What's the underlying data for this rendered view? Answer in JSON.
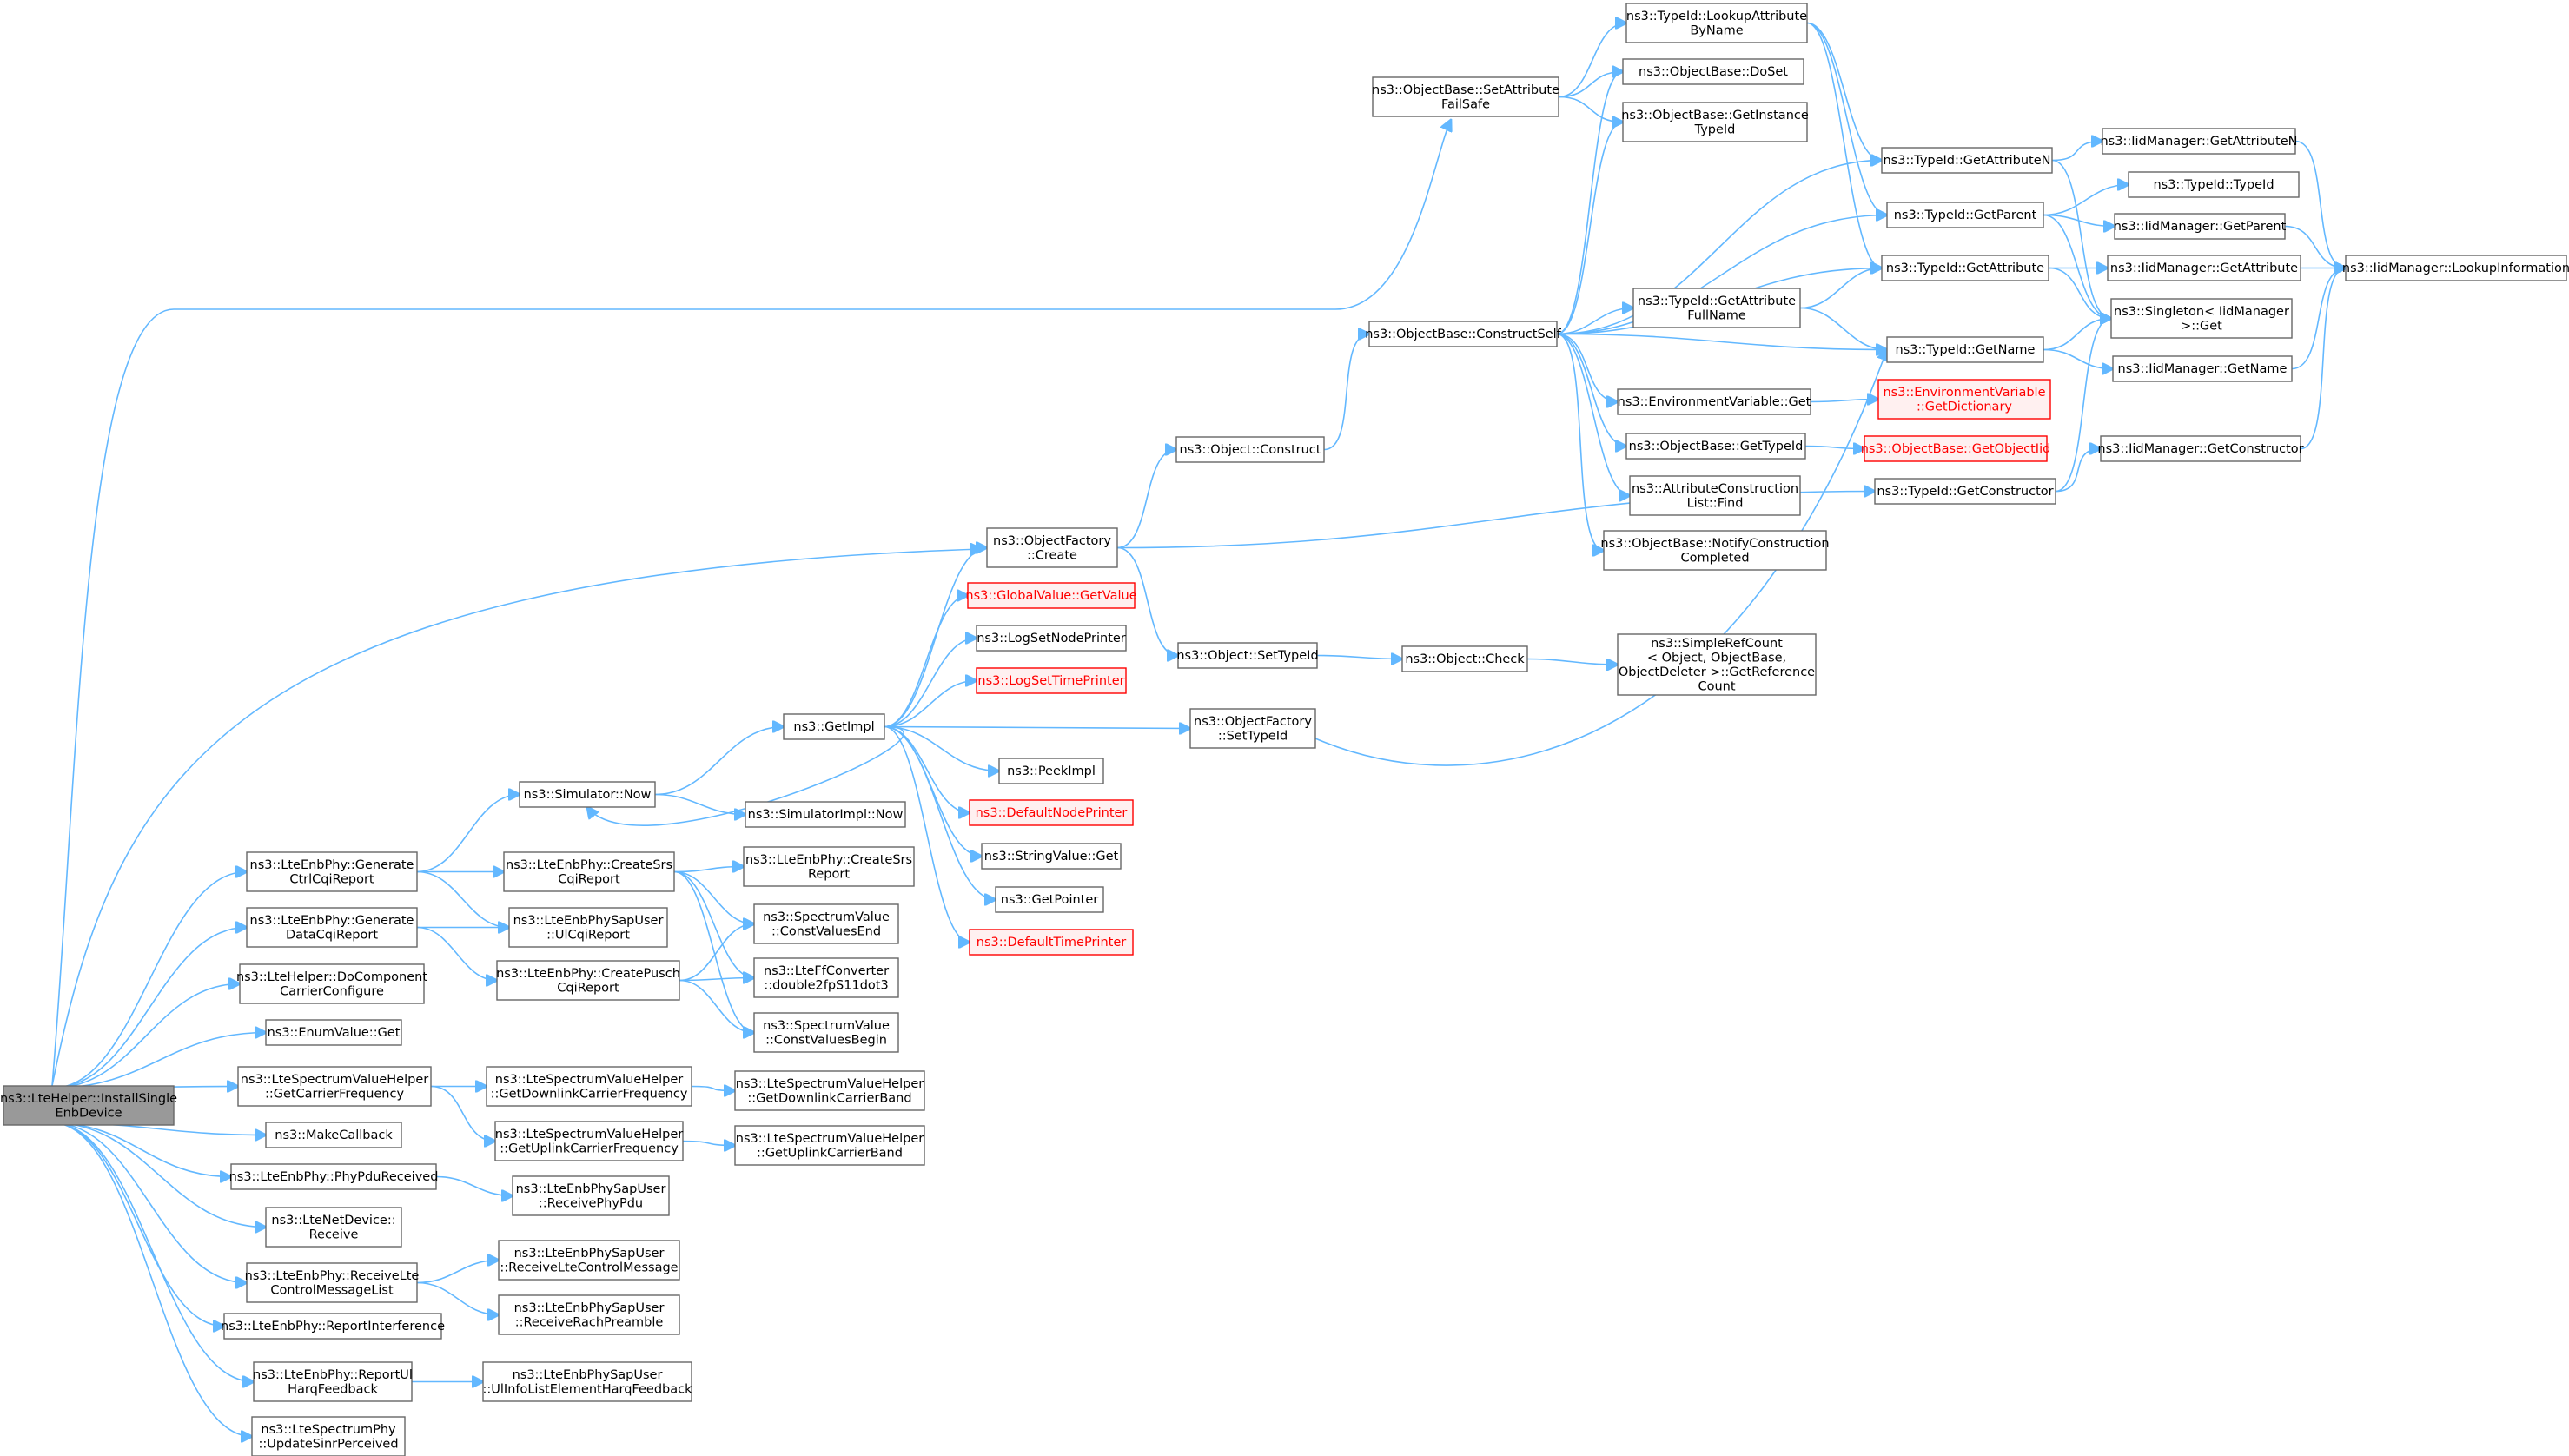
{
  "colors": {
    "edge": "#63b8ff",
    "root_fill": "#999999",
    "node_border": "#666666",
    "missing_border": "#ff0000"
  },
  "nodes": [
    {
      "id": "root",
      "lines": [
        "ns3::LteHelper::InstallSingle",
        "EnbDevice"
      ],
      "style": "root"
    },
    {
      "id": "setattr",
      "lines": [
        "ns3::ObjectBase::SetAttribute",
        "FailSafe"
      ]
    },
    {
      "id": "lookup",
      "lines": [
        "ns3::TypeId::LookupAttribute",
        "ByName"
      ]
    },
    {
      "id": "doset",
      "lines": [
        "ns3::ObjectBase::DoSet"
      ]
    },
    {
      "id": "getinst",
      "lines": [
        "ns3::ObjectBase::GetInstance",
        "TypeId"
      ]
    },
    {
      "id": "getattrN",
      "lines": [
        "ns3::TypeId::GetAttributeN"
      ]
    },
    {
      "id": "iidGetAttrN",
      "lines": [
        "ns3::IidManager::GetAttributeN"
      ]
    },
    {
      "id": "typeid",
      "lines": [
        "ns3::TypeId::TypeId"
      ]
    },
    {
      "id": "getparent",
      "lines": [
        "ns3::TypeId::GetParent"
      ]
    },
    {
      "id": "iidGetParent",
      "lines": [
        "ns3::IidManager::GetParent"
      ]
    },
    {
      "id": "getattr",
      "lines": [
        "ns3::TypeId::GetAttribute"
      ]
    },
    {
      "id": "iidGetAttr",
      "lines": [
        "ns3::IidManager::GetAttribute"
      ]
    },
    {
      "id": "lookupinfo",
      "lines": [
        "ns3::IidManager::LookupInformation"
      ]
    },
    {
      "id": "singleton",
      "lines": [
        "ns3::Singleton< IidManager",
        " >::Get"
      ]
    },
    {
      "id": "construct",
      "lines": [
        "ns3::ObjectBase::ConstructSelf"
      ]
    },
    {
      "id": "getattrfull",
      "lines": [
        "ns3::TypeId::GetAttribute",
        "FullName"
      ]
    },
    {
      "id": "getname",
      "lines": [
        "ns3::TypeId::GetName"
      ]
    },
    {
      "id": "iidGetName",
      "lines": [
        "ns3::IidManager::GetName"
      ]
    },
    {
      "id": "envget",
      "lines": [
        "ns3::EnvironmentVariable::Get"
      ]
    },
    {
      "id": "envdict",
      "lines": [
        "ns3::EnvironmentVariable",
        "::GetDictionary"
      ],
      "style": "red"
    },
    {
      "id": "objgettypeid",
      "lines": [
        "ns3::ObjectBase::GetTypeId"
      ]
    },
    {
      "id": "objgetid",
      "lines": [
        "ns3::ObjectBase::GetObjectIid"
      ],
      "style": "red"
    },
    {
      "id": "attrfind",
      "lines": [
        "ns3::AttributeConstruction",
        "List::Find"
      ]
    },
    {
      "id": "notify",
      "lines": [
        "ns3::ObjectBase::NotifyConstruction",
        "Completed"
      ]
    },
    {
      "id": "getctor",
      "lines": [
        "ns3::TypeId::GetConstructor"
      ]
    },
    {
      "id": "iidGetCtor",
      "lines": [
        "ns3::IidManager::GetConstructor"
      ]
    },
    {
      "id": "objconstruct",
      "lines": [
        "ns3::Object::Construct"
      ]
    },
    {
      "id": "factorycreate",
      "lines": [
        "ns3::ObjectFactory",
        "::Create"
      ]
    },
    {
      "id": "globalvalue",
      "lines": [
        "ns3::GlobalValue::GetValue"
      ],
      "style": "red"
    },
    {
      "id": "lognode",
      "lines": [
        "ns3::LogSetNodePrinter"
      ]
    },
    {
      "id": "logtime",
      "lines": [
        "ns3::LogSetTimePrinter"
      ],
      "style": "red"
    },
    {
      "id": "settypeid",
      "lines": [
        "ns3::Object::SetTypeId"
      ]
    },
    {
      "id": "objcheck",
      "lines": [
        "ns3::Object::Check"
      ]
    },
    {
      "id": "refcount",
      "lines": [
        "ns3::SimpleRefCount",
        "< Object, ObjectBase,",
        "ObjectDeleter >::GetReference",
        "Count"
      ]
    },
    {
      "id": "getimpl",
      "lines": [
        "ns3::GetImpl"
      ]
    },
    {
      "id": "factsettype",
      "lines": [
        "ns3::ObjectFactory",
        "::SetTypeId"
      ]
    },
    {
      "id": "simnow",
      "lines": [
        "ns3::Simulator::Now"
      ]
    },
    {
      "id": "simimplnow",
      "lines": [
        "ns3::SimulatorImpl::Now"
      ]
    },
    {
      "id": "peekimpl",
      "lines": [
        "ns3::PeekImpl"
      ]
    },
    {
      "id": "defnode",
      "lines": [
        "ns3::DefaultNodePrinter"
      ],
      "style": "red"
    },
    {
      "id": "strget",
      "lines": [
        "ns3::StringValue::Get"
      ]
    },
    {
      "id": "getpointer",
      "lines": [
        "ns3::GetPointer"
      ]
    },
    {
      "id": "deftime",
      "lines": [
        "ns3::DefaultTimePrinter"
      ],
      "style": "red"
    },
    {
      "id": "genctrl",
      "lines": [
        "ns3::LteEnbPhy::Generate",
        "CtrlCqiReport"
      ]
    },
    {
      "id": "createsrs",
      "lines": [
        "ns3::LteEnbPhy::CreateSrs",
        "CqiReport"
      ]
    },
    {
      "id": "createsrsrep",
      "lines": [
        "ns3::LteEnbPhy::CreateSrs",
        "Report"
      ]
    },
    {
      "id": "gendata",
      "lines": [
        "ns3::LteEnbPhy::Generate",
        "DataCqiReport"
      ]
    },
    {
      "id": "ulcqi",
      "lines": [
        "ns3::LteEnbPhySapUser",
        "::UlCqiReport"
      ]
    },
    {
      "id": "constend",
      "lines": [
        "ns3::SpectrumValue",
        "::ConstValuesEnd"
      ]
    },
    {
      "id": "docomp",
      "lines": [
        "ns3::LteHelper::DoComponent",
        "CarrierConfigure"
      ]
    },
    {
      "id": "createpusch",
      "lines": [
        "ns3::LteEnbPhy::CreatePusch",
        "CqiReport"
      ]
    },
    {
      "id": "fftconv",
      "lines": [
        "ns3::LteFfConverter",
        "::double2fpS11dot3"
      ]
    },
    {
      "id": "enumget",
      "lines": [
        "ns3::EnumValue::Get"
      ]
    },
    {
      "id": "constbegin",
      "lines": [
        "ns3::SpectrumValue",
        "::ConstValuesBegin"
      ]
    },
    {
      "id": "getcarrier",
      "lines": [
        "ns3::LteSpectrumValueHelper",
        "::GetCarrierFrequency"
      ]
    },
    {
      "id": "getdlfreq",
      "lines": [
        "ns3::LteSpectrumValueHelper",
        "::GetDownlinkCarrierFrequency"
      ]
    },
    {
      "id": "getdlband",
      "lines": [
        "ns3::LteSpectrumValueHelper",
        "::GetDownlinkCarrierBand"
      ]
    },
    {
      "id": "makecb",
      "lines": [
        "ns3::MakeCallback"
      ]
    },
    {
      "id": "getulfreq",
      "lines": [
        "ns3::LteSpectrumValueHelper",
        "::GetUplinkCarrierFrequency"
      ]
    },
    {
      "id": "getulband",
      "lines": [
        "ns3::LteSpectrumValueHelper",
        "::GetUplinkCarrierBand"
      ]
    },
    {
      "id": "phypdu",
      "lines": [
        "ns3::LteEnbPhy::PhyPduReceived"
      ]
    },
    {
      "id": "recvphypdu",
      "lines": [
        "ns3::LteEnbPhySapUser",
        "::ReceivePhyPdu"
      ]
    },
    {
      "id": "netrecv",
      "lines": [
        "ns3::LteNetDevice::",
        "Receive"
      ]
    },
    {
      "id": "recvlte",
      "lines": [
        "ns3::LteEnbPhy::ReceiveLte",
        "ControlMessageList"
      ]
    },
    {
      "id": "sapctrl",
      "lines": [
        "ns3::LteEnbPhySapUser",
        "::ReceiveLteControlMessage"
      ]
    },
    {
      "id": "saprach",
      "lines": [
        "ns3::LteEnbPhySapUser",
        "::ReceiveRachPreamble"
      ]
    },
    {
      "id": "reportint",
      "lines": [
        "ns3::LteEnbPhy::ReportInterference"
      ]
    },
    {
      "id": "reportul",
      "lines": [
        "ns3::LteEnbPhy::ReportUl",
        "HarqFeedback"
      ]
    },
    {
      "id": "ulinfo",
      "lines": [
        "ns3::LteEnbPhySapUser",
        "::UlInfoListElementHarqFeedback"
      ]
    },
    {
      "id": "updsinr",
      "lines": [
        "ns3::LteSpectrumPhy",
        "::UpdateSinrPerceived"
      ]
    }
  ]
}
